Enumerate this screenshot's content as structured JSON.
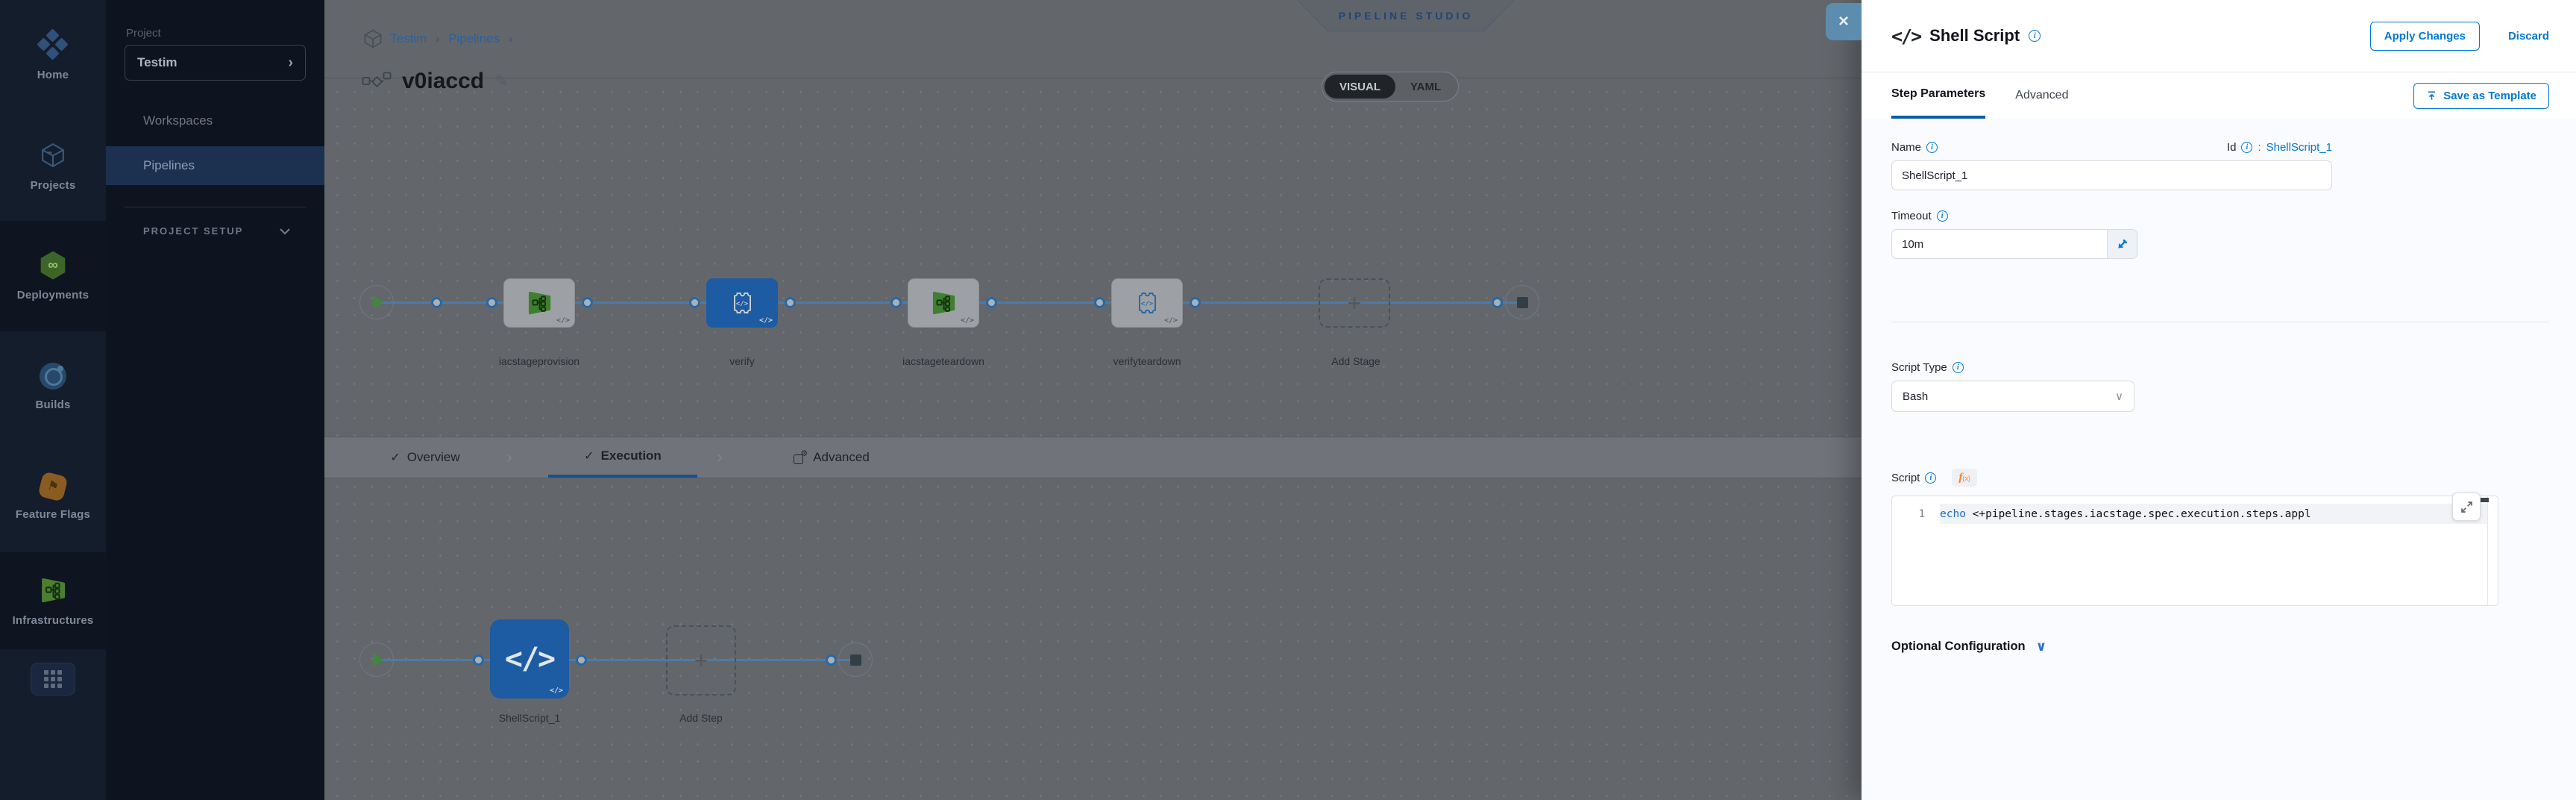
{
  "window": {
    "close": "×"
  },
  "icons": {
    "check": "✓",
    "chevron_right": "›",
    "plus": "+",
    "code": "</>",
    "gear": "⚙",
    "infinity": "∞",
    "flag": "⚑",
    "pencil": "✎",
    "info": "i",
    "chevron_down": "∨",
    "grid": "⋮⋮⋮"
  },
  "nav": {
    "items": [
      {
        "label": "Home",
        "icon": "harness-logo"
      },
      {
        "label": "Projects",
        "icon": "cube-icon"
      },
      {
        "label": "Deployments",
        "icon": "cd-hexagon-icon"
      },
      {
        "label": "Builds",
        "icon": "ci-circle-icon"
      },
      {
        "label": "Feature Flags",
        "icon": "flag-icon"
      },
      {
        "label": "Infrastructures",
        "icon": "infrastructure-icon"
      }
    ]
  },
  "sidebar": {
    "section_label": "Project",
    "project_name": "Testim",
    "items": [
      {
        "label": "Workspaces"
      },
      {
        "label": "Pipelines"
      }
    ],
    "active_item": "Pipelines",
    "setup_label": "PROJECT SETUP"
  },
  "canvas": {
    "breadcrumb": {
      "items": [
        "Testim",
        "Pipelines"
      ]
    },
    "studio_badge": "PIPELINE STUDIO",
    "pipeline_name": "v0iaccd",
    "view_toggle": {
      "options": [
        "VISUAL",
        "YAML"
      ],
      "selected": "VISUAL"
    },
    "stage_graph": {
      "stages": [
        {
          "name": "iacstageprovision",
          "type": "infrastructure",
          "selected": false
        },
        {
          "name": "verify",
          "type": "custom",
          "selected": true
        },
        {
          "name": "iacstageteardown",
          "type": "infrastructure",
          "selected": false
        },
        {
          "name": "verifyteardown",
          "type": "custom",
          "selected": false
        }
      ],
      "add_stage_label": "Add Stage"
    },
    "tabs": {
      "items": [
        "Overview",
        "Execution",
        "Advanced"
      ],
      "active": "Execution"
    },
    "execution_graph": {
      "steps": [
        {
          "name": "ShellScript_1",
          "type": "shell-script",
          "selected": true
        }
      ],
      "add_step_label": "Add Step"
    }
  },
  "drawer": {
    "title": "Shell Script",
    "apply_label": "Apply Changes",
    "discard_label": "Discard",
    "tabs": {
      "items": [
        "Step Parameters",
        "Advanced"
      ],
      "active": "Step Parameters"
    },
    "save_as_template_label": "Save as Template",
    "form": {
      "name": {
        "label": "Name",
        "value": "ShellScript_1"
      },
      "id": {
        "label": "Id",
        "separator": ":",
        "value": "ShellScript_1"
      },
      "timeout": {
        "label": "Timeout",
        "value": "10m"
      },
      "script_type": {
        "label": "Script Type",
        "value": "Bash"
      },
      "script": {
        "label": "Script",
        "fx_f": "f",
        "fx_x": "(x)",
        "line_number": "1",
        "code_keyword": "echo",
        "code_rest": " <+pipeline.stages.iacstage.spec.execution.steps.appl"
      }
    },
    "optional_configuration_label": "Optional Configuration"
  },
  "colors": {
    "accent": "#0278d5",
    "node_selected_blue": "#1d5ba2",
    "success_green": "#42ab45",
    "canvas_dimmed_bg": "#63676c",
    "sidebar_bg": "#0d1420"
  }
}
